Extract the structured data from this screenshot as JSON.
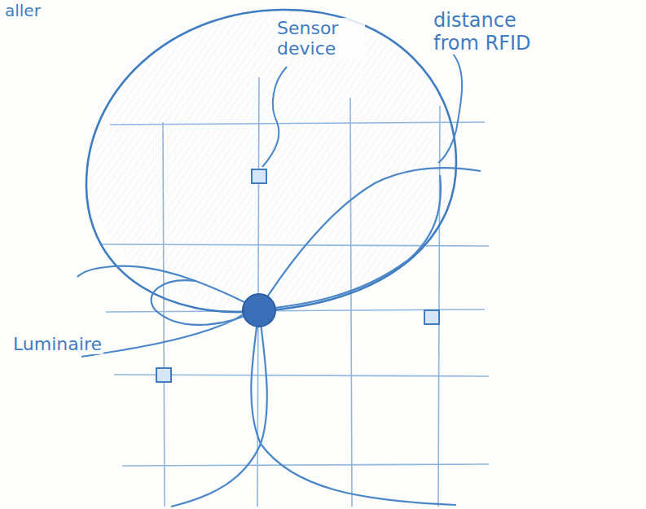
{
  "diagram": {
    "labels": [
      "aller",
      "Sensor device",
      "distance from RFID",
      "Luminaire"
    ]
  }
}
